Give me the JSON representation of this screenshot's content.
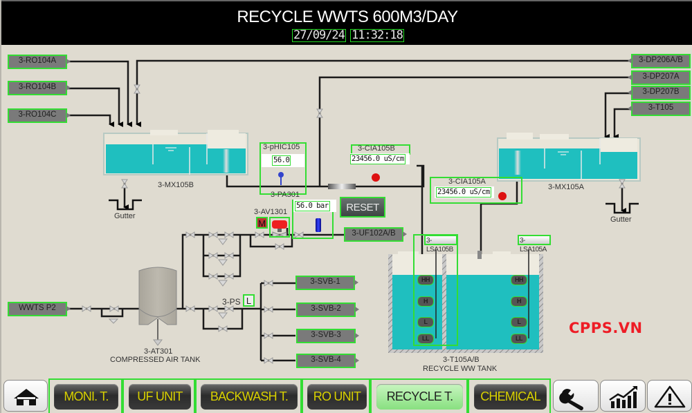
{
  "header": {
    "title": "RECYCLE WWTS 600M3/DAY",
    "date": "27/09/24",
    "time": "11:32:18"
  },
  "left_tags": [
    {
      "label": "3-RO104A"
    },
    {
      "label": "3-RO104B"
    },
    {
      "label": "3-RO104C"
    },
    {
      "label": "WWTS P2"
    }
  ],
  "right_tags": [
    {
      "label": "3-DP206A/B"
    },
    {
      "label": "3-DP207A"
    },
    {
      "label": "3-DP207B"
    },
    {
      "label": "3-T105"
    }
  ],
  "tanks": {
    "mx105b": {
      "label": "3-MX105B"
    },
    "mx105a": {
      "label": "3-MX105A"
    },
    "t105": {
      "label_line1": "3-T105A/B",
      "label_line2": "RECYCLE WW TANK"
    },
    "at301": {
      "label_line1": "3-AT301",
      "label_line2": "COMPRESSED AIR TANK"
    },
    "gutter_left": "Gutter",
    "gutter_right": "Gutter"
  },
  "instruments": {
    "phic105": {
      "label": "3-pHIC105",
      "value": "56.0"
    },
    "pa301": {
      "label": "3-PA301",
      "value": "56.0 bar"
    },
    "cia105b": {
      "label": "3-CIA105B",
      "value": "23456.0 uS/cm"
    },
    "cia105a": {
      "label": "3-CIA105A",
      "value": "23456.0 uS/cm"
    },
    "av1301": {
      "label": "3-AV1301",
      "mode": "M"
    },
    "ps": {
      "label": "3-PS",
      "mode": "L"
    },
    "lsa105b": {
      "label": "3-LSA105B",
      "levels": [
        "HH",
        "H",
        "L",
        "LL"
      ]
    },
    "lsa105a": {
      "label": "3-LSA105A",
      "levels": [
        "HH",
        "H",
        "L",
        "LL"
      ]
    }
  },
  "outlets": {
    "uf102": "3-UF102A/B",
    "svb": [
      "3-SVB-1",
      "3-SVB-2",
      "3-SVB-3",
      "3-SVB-4"
    ]
  },
  "reset_button": "RESET",
  "watermark": "CPPS.VN",
  "nav": {
    "home_icon": "home-icon",
    "buttons": [
      {
        "label": "MONI. T.",
        "active": false
      },
      {
        "label": "UF UNIT",
        "active": false
      },
      {
        "label": "BACKWASH T.",
        "active": false
      },
      {
        "label": "RO UNIT",
        "active": false
      },
      {
        "label": "RECYCLE T.",
        "active": true
      },
      {
        "label": "CHEMICAL",
        "active": false
      }
    ],
    "icons": [
      "wrench-icon",
      "trend-chart-icon",
      "alarm-warning-icon"
    ]
  },
  "colors": {
    "water": "#1fbfbf",
    "highlight": "#33dd33",
    "nav_text": "#d8d000",
    "watermark": "#ee1c25"
  }
}
